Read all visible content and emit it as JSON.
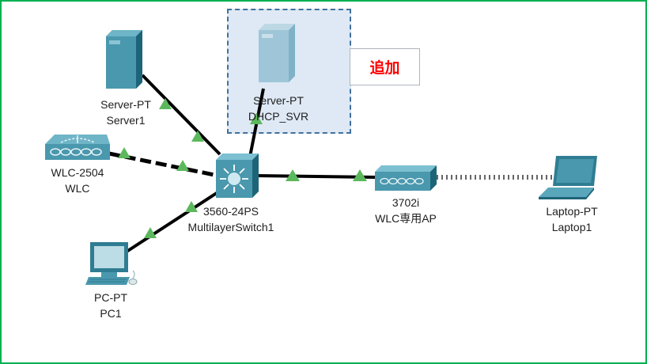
{
  "diagram": {
    "title": "Network topology",
    "colors": {
      "frame": "#00b050",
      "link": "#000000",
      "link_status_up": "#5cb85c",
      "device": "#4a98ad",
      "highlight_fill": "#dee9f5",
      "highlight_border": "#41719c",
      "callout_text": "#ff0000"
    },
    "callout": {
      "text": "追加"
    },
    "devices": [
      {
        "id": "server1",
        "icon": "server-icon",
        "model": "Server-PT",
        "name": "Server1"
      },
      {
        "id": "dhcp",
        "icon": "server-icon",
        "model": "Server-PT",
        "name": "DHCP_SVR",
        "highlighted": true
      },
      {
        "id": "wlc",
        "icon": "wireless-lan-controller-icon",
        "model": "WLC-2504",
        "name": "WLC"
      },
      {
        "id": "mls",
        "icon": "multilayer-switch-icon",
        "model": "3560-24PS",
        "name": "MultilayerSwitch1"
      },
      {
        "id": "ap",
        "icon": "access-point-icon",
        "model": "3702i",
        "name": "WLC専用AP"
      },
      {
        "id": "laptop",
        "icon": "laptop-icon",
        "model": "Laptop-PT",
        "name": "Laptop1"
      },
      {
        "id": "pc1",
        "icon": "pc-icon",
        "model": "PC-PT",
        "name": "PC1"
      }
    ],
    "links": [
      {
        "from": "server1",
        "to": "mls",
        "type": "straight-through",
        "status": "up"
      },
      {
        "from": "dhcp",
        "to": "mls",
        "type": "straight-through",
        "status": "up"
      },
      {
        "from": "wlc",
        "to": "mls",
        "type": "crossover",
        "status": "up"
      },
      {
        "from": "pc1",
        "to": "mls",
        "type": "straight-through",
        "status": "up"
      },
      {
        "from": "mls",
        "to": "ap",
        "type": "straight-through",
        "status": "up"
      },
      {
        "from": "ap",
        "to": "laptop",
        "type": "wireless",
        "status": "connected"
      }
    ]
  }
}
